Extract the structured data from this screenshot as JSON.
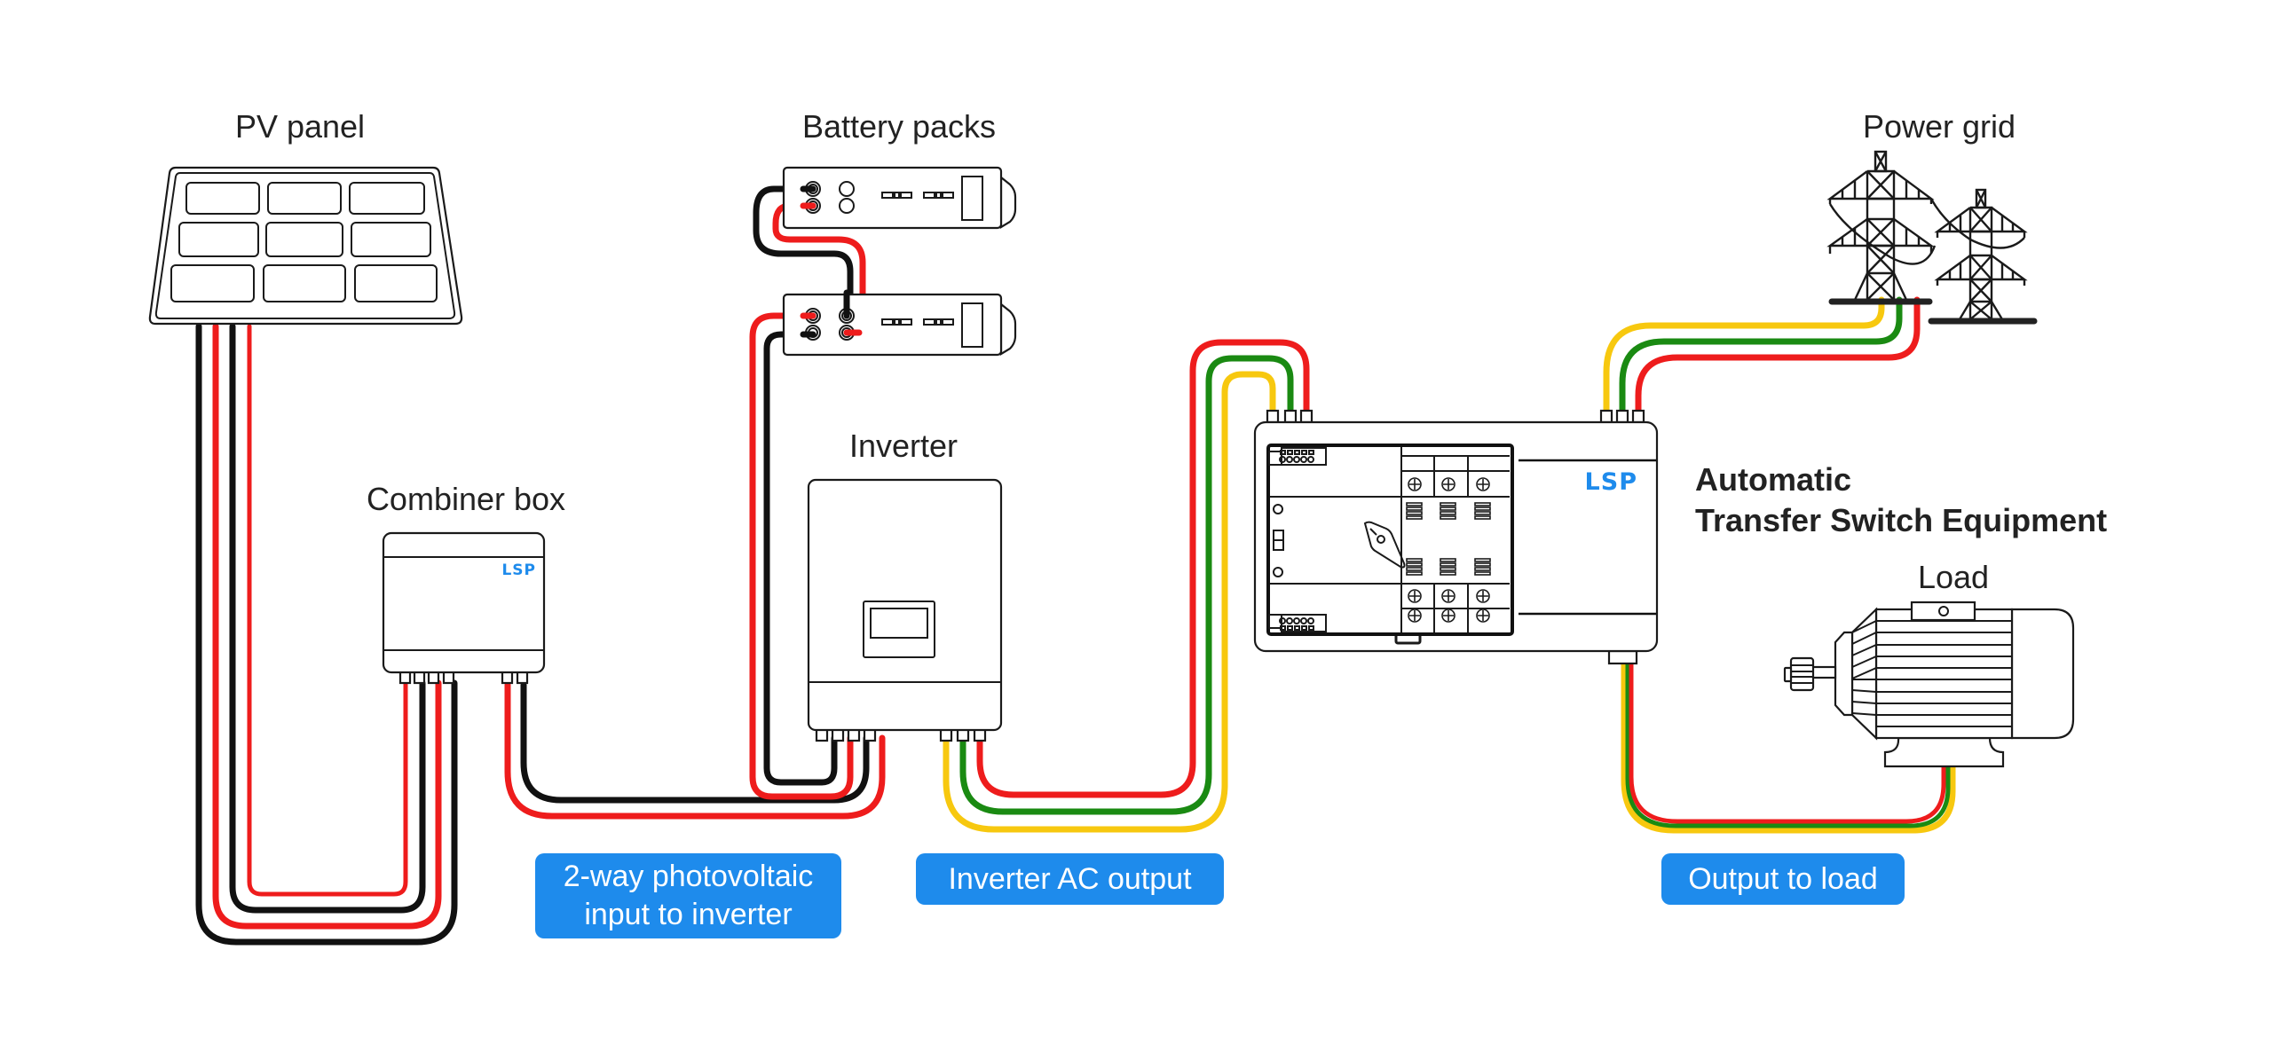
{
  "diagram": {
    "title": "Solar PV system with Automatic Transfer Switch wiring diagram",
    "components": {
      "pv_panel": {
        "label": "PV panel"
      },
      "battery_packs": {
        "label": "Battery packs"
      },
      "combiner_box": {
        "label": "Combiner box",
        "logo": "LSP"
      },
      "inverter": {
        "label": "Inverter"
      },
      "ats": {
        "label_line1": "Automatic",
        "label_line2": "Transfer Switch Equipment",
        "logo": "LSP"
      },
      "power_grid": {
        "label": "Power grid"
      },
      "load": {
        "label": "Load"
      }
    },
    "callouts": {
      "pv_input": {
        "line1": "2-way photovoltaic",
        "line2": "input to inverter"
      },
      "inverter_ac_output": {
        "label": "Inverter AC output"
      },
      "output_to_load": {
        "label": "Output to load"
      }
    },
    "colors": {
      "wire_positive": "#ee1c1c",
      "wire_negative": "#111111",
      "wire_ground": "#1a8a12",
      "wire_neutral": "#f7c80f",
      "callout_bg": "#1e8bec",
      "logo": "#1e8bec"
    },
    "connections": [
      {
        "from": "PV panel",
        "to": "Combiner box",
        "wires": [
          "black",
          "red",
          "black",
          "red"
        ]
      },
      {
        "from": "Combiner box",
        "to": "Inverter",
        "wires": [
          "red",
          "black"
        ]
      },
      {
        "from": "Battery packs",
        "to": "Inverter",
        "wires": [
          "red",
          "black"
        ]
      },
      {
        "from": "Inverter",
        "to": "Automatic Transfer Switch Equipment",
        "wires": [
          "yellow",
          "green",
          "red"
        ]
      },
      {
        "from": "Power grid",
        "to": "Automatic Transfer Switch Equipment",
        "wires": [
          "yellow",
          "green",
          "red"
        ]
      },
      {
        "from": "Automatic Transfer Switch Equipment",
        "to": "Load",
        "wires": [
          "yellow",
          "green",
          "red"
        ]
      }
    ]
  }
}
